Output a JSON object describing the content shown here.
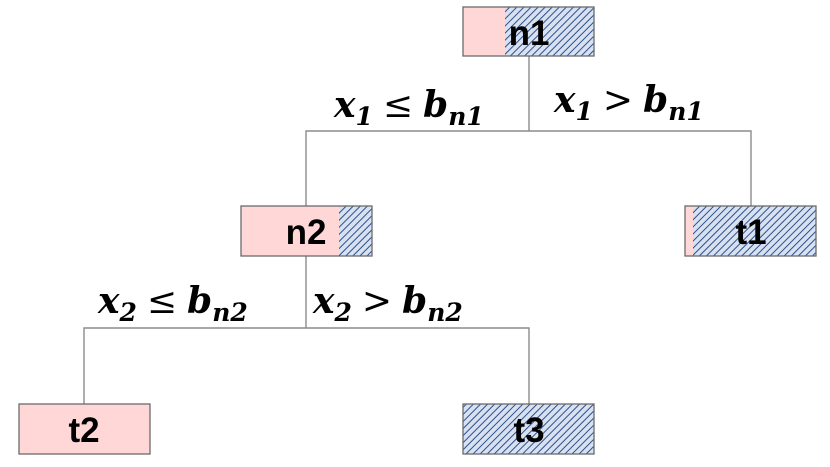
{
  "colors": {
    "class_a_fill": "#ffd7d7",
    "class_b_fill": "#d7e1ef",
    "class_b_hatch": "#2f4f8f",
    "edge": "#8c8c8c",
    "box_border": "#6b6b6b"
  },
  "nodes": [
    {
      "id": "n1",
      "label": "n1",
      "kind": "internal",
      "class_a_share": 0.32,
      "class_b_share": 0.68
    },
    {
      "id": "n2",
      "label": "n2",
      "kind": "internal",
      "class_a_share": 0.75,
      "class_b_share": 0.25
    },
    {
      "id": "t1",
      "label": "t1",
      "kind": "leaf",
      "class_a_share": 0.06,
      "class_b_share": 0.94
    },
    {
      "id": "t2",
      "label": "t2",
      "kind": "leaf",
      "class_a_share": 1.0,
      "class_b_share": 0.0
    },
    {
      "id": "t3",
      "label": "t3",
      "kind": "leaf",
      "class_a_share": 0.0,
      "class_b_share": 1.0
    }
  ],
  "splits": {
    "n1_left": {
      "variable": "x",
      "var_index": "1",
      "operator": "≤",
      "threshold": "b",
      "threshold_index": "n1"
    },
    "n1_right": {
      "variable": "x",
      "var_index": "1",
      "operator": ">",
      "threshold": "b",
      "threshold_index": "n1"
    },
    "n2_left": {
      "variable": "x",
      "var_index": "2",
      "operator": "≤",
      "threshold": "b",
      "threshold_index": "n2"
    },
    "n2_right": {
      "variable": "x",
      "var_index": "2",
      "operator": ">",
      "threshold": "b",
      "threshold_index": "n2"
    }
  }
}
